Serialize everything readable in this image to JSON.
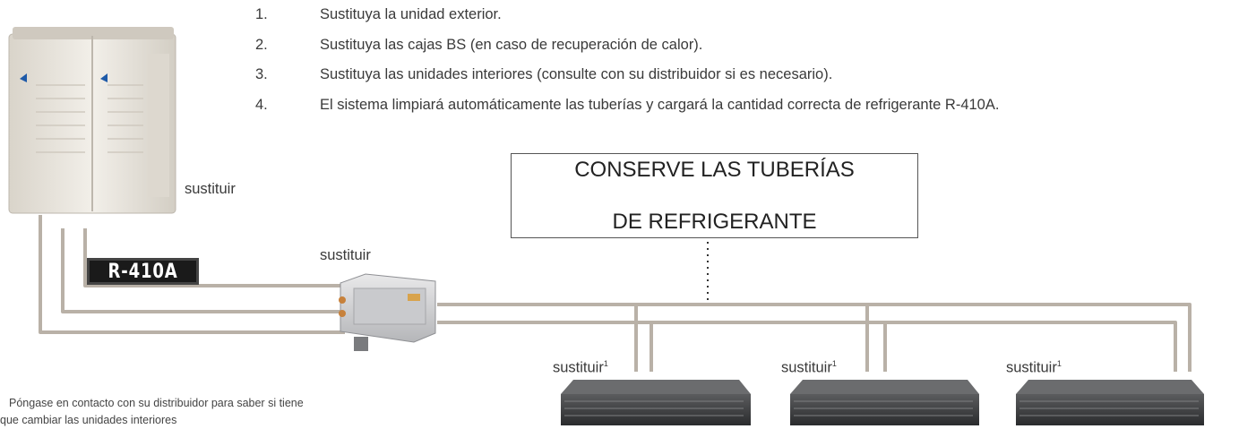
{
  "instructions": [
    {
      "num": "1.",
      "text": "Sustituya la unidad exterior."
    },
    {
      "num": "2.",
      "text": "Sustituya las cajas BS (en caso de recuperación de calor)."
    },
    {
      "num": "3.",
      "text": "Sustituya las unidades interiores (consulte con su distribuidor si es necesario)."
    },
    {
      "num": "4.",
      "text": "El sistema limpiará automáticamente las tuberías y cargará la cantidad correcta de refrigerante R-410A."
    }
  ],
  "outdoor_unit_label": "sustituir",
  "refrigerant_badge": "R-410A",
  "bs_box_label": "sustituir",
  "keep_box": {
    "line1": "CONSERVE LAS TUBERÍAS",
    "line2": "DE REFRIGERANTE"
  },
  "indoor_units": [
    {
      "label": "sustituir",
      "note_ref": "1"
    },
    {
      "label": "sustituir",
      "note_ref": "1"
    },
    {
      "label": "sustituir",
      "note_ref": "1"
    }
  ],
  "footnote": {
    "line1": "Póngase en contacto con su distribuidor para saber si tiene",
    "line2": "que cambiar las unidades interiores"
  },
  "colors": {
    "pipe": "#c9c1b8",
    "pipe_edge": "#a89f95",
    "unit_body": "#e8e4dc",
    "logo_blue": "#1e5aa8"
  }
}
